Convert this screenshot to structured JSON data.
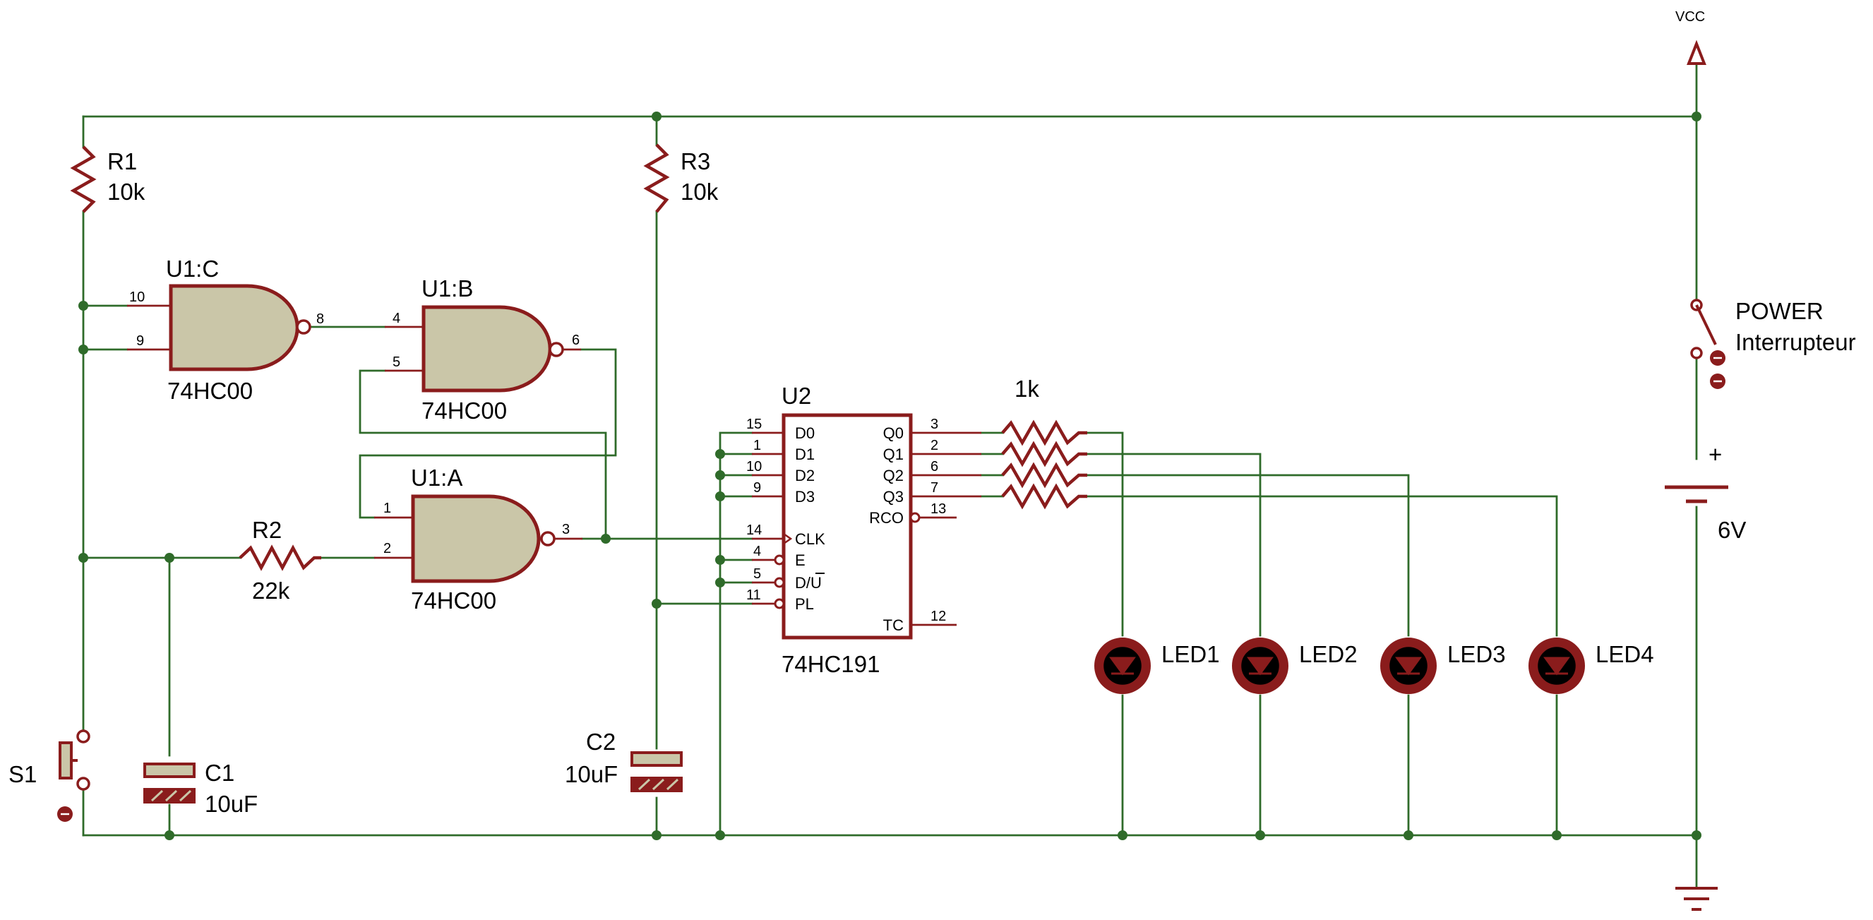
{
  "vcc_label": "VCC",
  "resistors": {
    "r1": {
      "name": "R1",
      "value": "10k"
    },
    "r3": {
      "name": "R3",
      "value": "10k"
    },
    "r2": {
      "name": "R2",
      "value": "22k"
    },
    "led_resistors": {
      "value": "1k"
    }
  },
  "capacitors": {
    "c1": {
      "name": "C1",
      "value": "10uF"
    },
    "c2": {
      "name": "C2",
      "value": "10uF"
    }
  },
  "switch_s1": {
    "name": "S1"
  },
  "power_switch": {
    "name": "POWER",
    "value": "Interrupteur"
  },
  "battery": {
    "polarity": "+",
    "value": "6V"
  },
  "gates": {
    "u1c": {
      "name": "U1:C",
      "part": "74HC00",
      "pins": [
        "10",
        "9",
        "8"
      ]
    },
    "u1b": {
      "name": "U1:B",
      "part": "74HC00",
      "pins": [
        "4",
        "5",
        "6"
      ]
    },
    "u1a": {
      "name": "U1:A",
      "part": "74HC00",
      "pins": [
        "1",
        "2",
        "3"
      ]
    }
  },
  "counter": {
    "name": "U2",
    "part": "74HC191",
    "left_pins": [
      {
        "num": "15",
        "label": "D0"
      },
      {
        "num": "1",
        "label": "D1"
      },
      {
        "num": "10",
        "label": "D2"
      },
      {
        "num": "9",
        "label": "D3"
      },
      {
        "num": "14",
        "label": "CLK"
      },
      {
        "num": "4",
        "label": "E"
      },
      {
        "num": "5",
        "label": "D/U"
      },
      {
        "num": "11",
        "label": "PL"
      }
    ],
    "right_pins": [
      {
        "num": "3",
        "label": "Q0"
      },
      {
        "num": "2",
        "label": "Q1"
      },
      {
        "num": "6",
        "label": "Q2"
      },
      {
        "num": "7",
        "label": "Q3"
      },
      {
        "num": "13",
        "label": "RCO"
      },
      {
        "num": "12",
        "label": "TC"
      }
    ]
  },
  "leds": [
    "LED1",
    "LED2",
    "LED3",
    "LED4"
  ]
}
